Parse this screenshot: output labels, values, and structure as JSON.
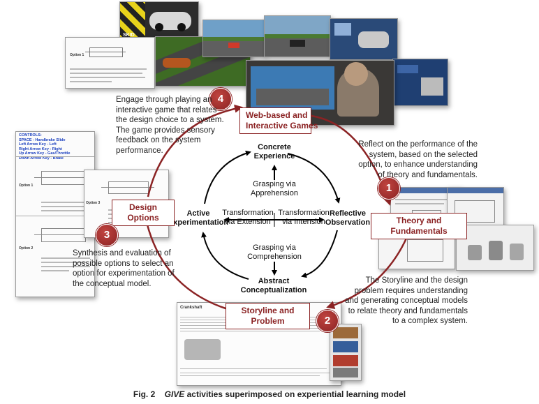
{
  "diagram": {
    "cycle": {
      "concrete": "Concrete\nExperience",
      "reflective": "Reflective\nObservation",
      "abstract": "Abstract\nConceptualization",
      "active": "Active\nExperimentation",
      "apprehension": "Grasping via\nApprehension",
      "comprehension": "Grasping via\nComprehension",
      "intension": "Transformation\nvia Intension",
      "extension": "Transformation\nvia Extension"
    },
    "activities": [
      {
        "num": "1",
        "label": "Theory and Fundamentals",
        "desc": "Reflect on the performance of the\nsystem, based on the selected\noption, to enhance understanding\nof theory and fundamentals."
      },
      {
        "num": "2",
        "label": "Storyline and Problem",
        "desc": "The Storyline and the design\nproblem requires understanding\nand generating conceptual models\nto relate theory and fundamentals\nto a complex system."
      },
      {
        "num": "3",
        "label": "Design Options",
        "desc": "Synthesis and evaluation of\npossible options to select an\noption for experimentation of\nthe conceptual model."
      },
      {
        "num": "4",
        "label": "Web-based and\nInteractive Games",
        "desc": "Engage through playing an\ninteractive game that relates\nthe design choice to a system.\nThe game provides sensory\nfeedback on the system\nperformance."
      }
    ],
    "screens": {
      "controls": "CONTROLS:\nSPACE - Handbrake Slide\nLeft Arrow Key - Left\nRight Arrow Key - Right\nUp Arrow Key - Gas/Throttle\nDown Arrow Key - Brake",
      "option1": "Option 1",
      "option2": "Option 2",
      "option3": "Option 3",
      "crankshaft": "Crankshaft",
      "skid": "SKID"
    }
  },
  "caption": {
    "prefix": "Fig. 2",
    "emph": "GIVE",
    "rest": " activities superimposed on experiential learning model"
  }
}
